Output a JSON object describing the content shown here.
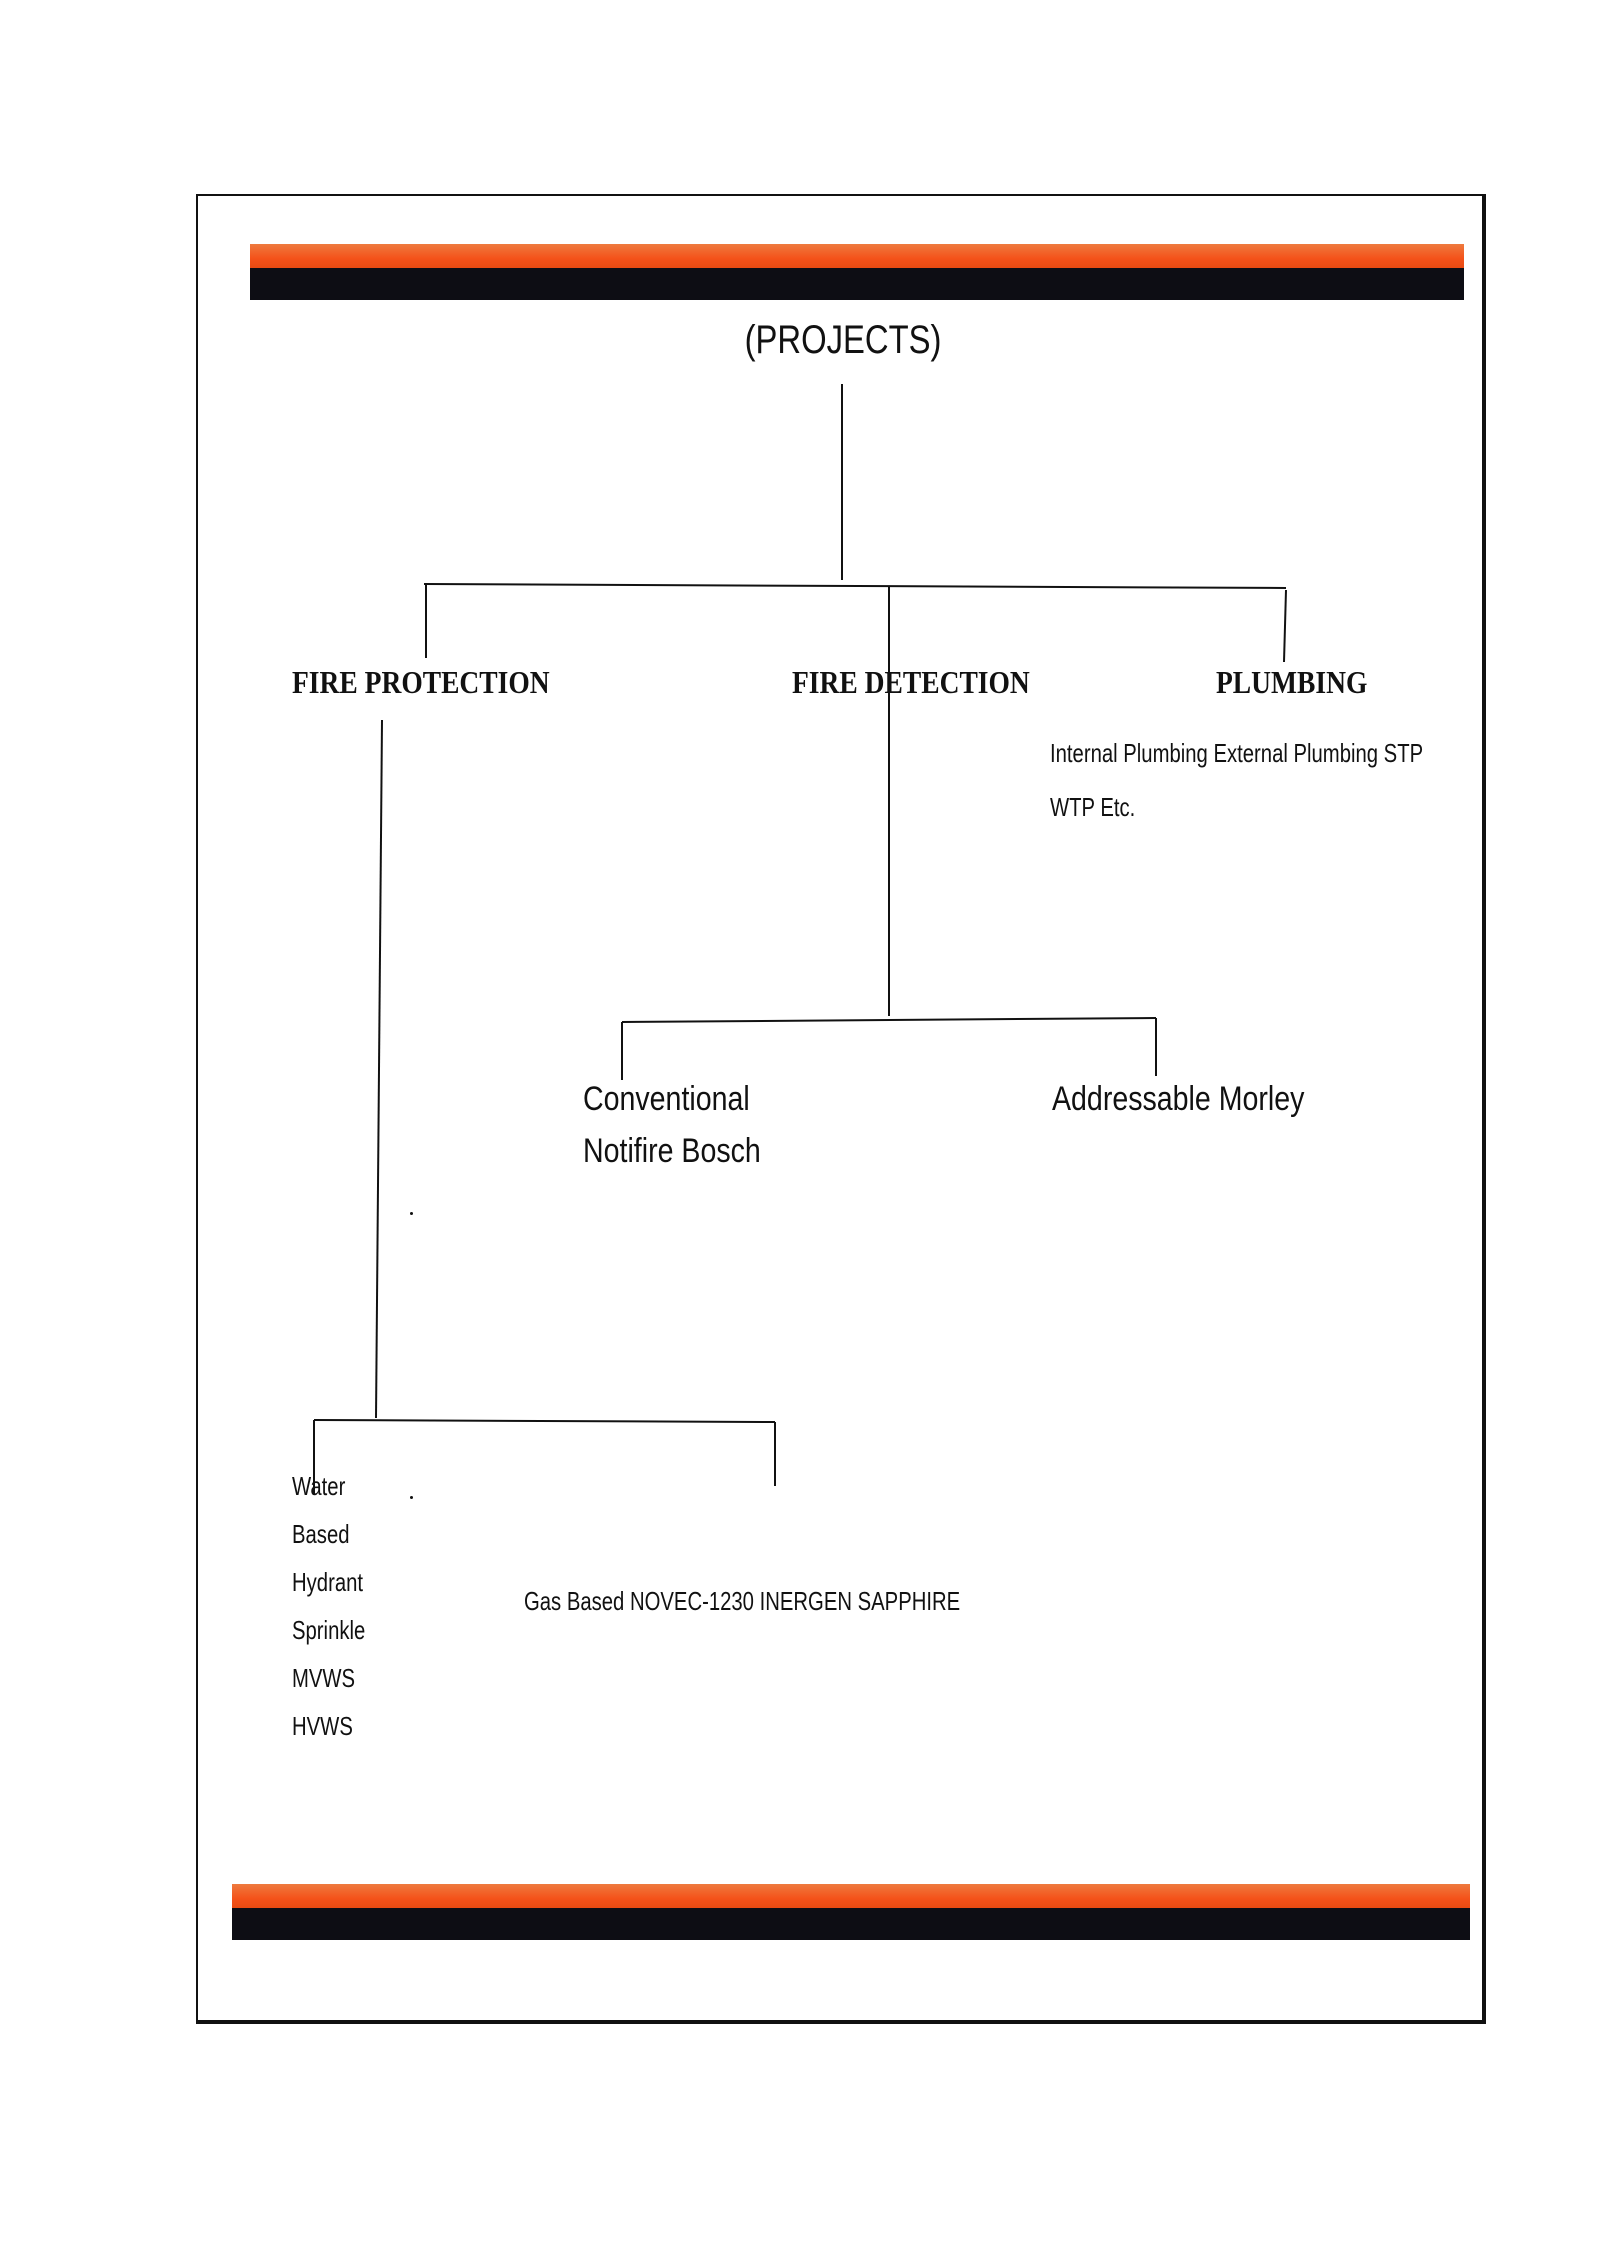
{
  "title": "(PROJECTS)",
  "branches": {
    "fire_protection": {
      "label": "FIRE PROTECTION",
      "water_based": [
        "Water",
        "Based",
        "Hydrant",
        "Sprinkle",
        "MVWS",
        "HVWS"
      ],
      "gas_based": "Gas Based NOVEC-1230 INERGEN SAPPHIRE"
    },
    "fire_detection": {
      "label": "FIRE DETECTION",
      "conventional": [
        "Conventional",
        "Notifire Bosch"
      ],
      "addressable": "Addressable Morley"
    },
    "plumbing": {
      "label": "PLUMBING",
      "items": [
        "Internal  Plumbing External  Plumbing STP",
        "WTP Etc."
      ]
    }
  },
  "colors": {
    "band_orange": "#f4581f",
    "band_black": "#0d0d14",
    "line": "#111111"
  }
}
